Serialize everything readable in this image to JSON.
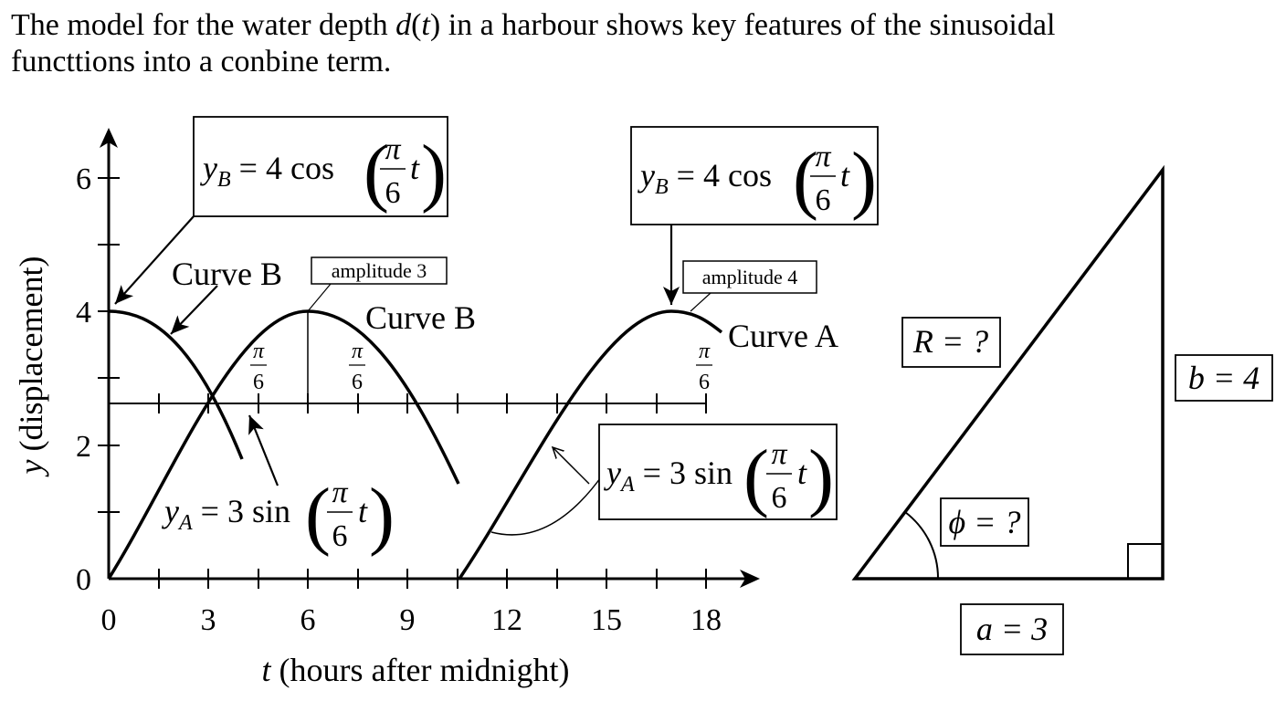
{
  "intro": {
    "line1_prefix": "The model for the water depth ",
    "line1_var": "d",
    "line1_open": "(",
    "line1_arg": "t",
    "line1_close": ")",
    "line1_suffix": " in a harbour shows key features of the sinusoidal",
    "line2": "functtions into a conbine term."
  },
  "graph": {
    "y_axis_label_var": "y",
    "y_axis_label_text": " (displacement)",
    "x_axis_label_var": "t",
    "x_axis_label_text": " (hours after midnight)",
    "y_ticks": [
      "0",
      "2",
      "4",
      "6"
    ],
    "x_ticks": [
      "0",
      "3",
      "6",
      "9",
      "12",
      "15",
      "18"
    ],
    "pi_label": "π",
    "six_label": "6",
    "curve_b_label": "Curve B",
    "curve_a_label": "Curve A",
    "amp3_label": "amplitude 3",
    "amp4_label": "amplitude 4",
    "eq_b_left": {
      "var": "y",
      "sub": "B",
      "eq": " = ",
      "coef": "4 cos",
      "pi": "π",
      "den": "6",
      "t": "t"
    },
    "eq_b_right": {
      "var": "y",
      "sub": "B",
      "eq": " = ",
      "coef": "4 cos",
      "pi": "π",
      "den": "6",
      "t": "t"
    },
    "eq_a_left": {
      "var": "y",
      "sub": "A",
      "eq": " = ",
      "coef": "3 sin",
      "pi": "π",
      "den": "6",
      "t": "t"
    },
    "eq_a_right": {
      "var": "y",
      "sub": "A",
      "eq": " = ",
      "coef": "3 sin",
      "pi": "π",
      "den": "6",
      "t": "t"
    }
  },
  "triangle": {
    "R_label": "R = ?",
    "phi_label": "ϕ = ?",
    "a_label": "a = 3",
    "b_label": "b = 4"
  }
}
